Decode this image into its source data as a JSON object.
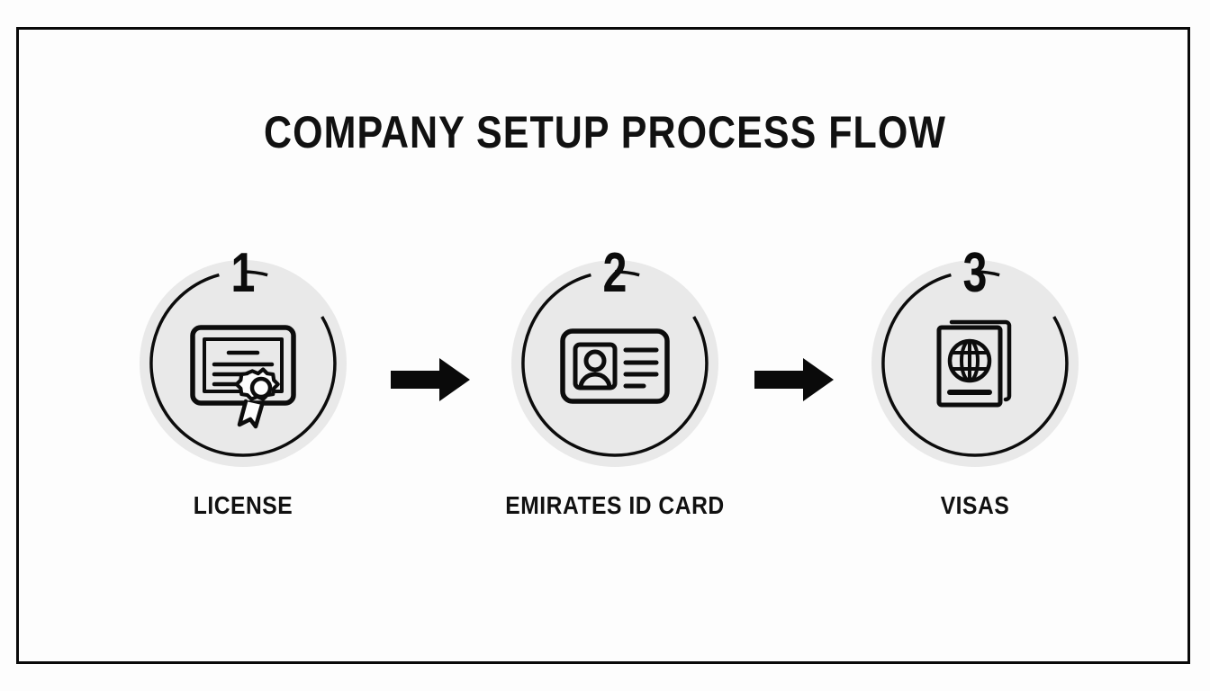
{
  "page": {
    "title": "COMPANY SETUP PROCESS FLOW",
    "background_color": "#fdfdfd",
    "frame_color": "#0a0a0a",
    "text_color": "#111111",
    "circle_fill_color": "#e9e9e9",
    "ring_color": "#0c0c0c",
    "arrow_color": "#0a0a0a"
  },
  "chart_data": {
    "type": "diagram",
    "title": "COMPANY SETUP PROCESS FLOW",
    "layout": "horizontal-flow",
    "step_count": 3,
    "connector": "arrow-right",
    "steps": [
      {
        "number": "1",
        "label": "LICENSE",
        "icon": "certificate-icon"
      },
      {
        "number": "2",
        "label": "EMIRATES ID CARD",
        "icon": "id-card-icon"
      },
      {
        "number": "3",
        "label": "VISAS",
        "icon": "passport-icon"
      }
    ]
  },
  "connectors": [
    {
      "name": "arrow-1",
      "icon": "arrow-right-icon"
    },
    {
      "name": "arrow-2",
      "icon": "arrow-right-icon"
    }
  ]
}
